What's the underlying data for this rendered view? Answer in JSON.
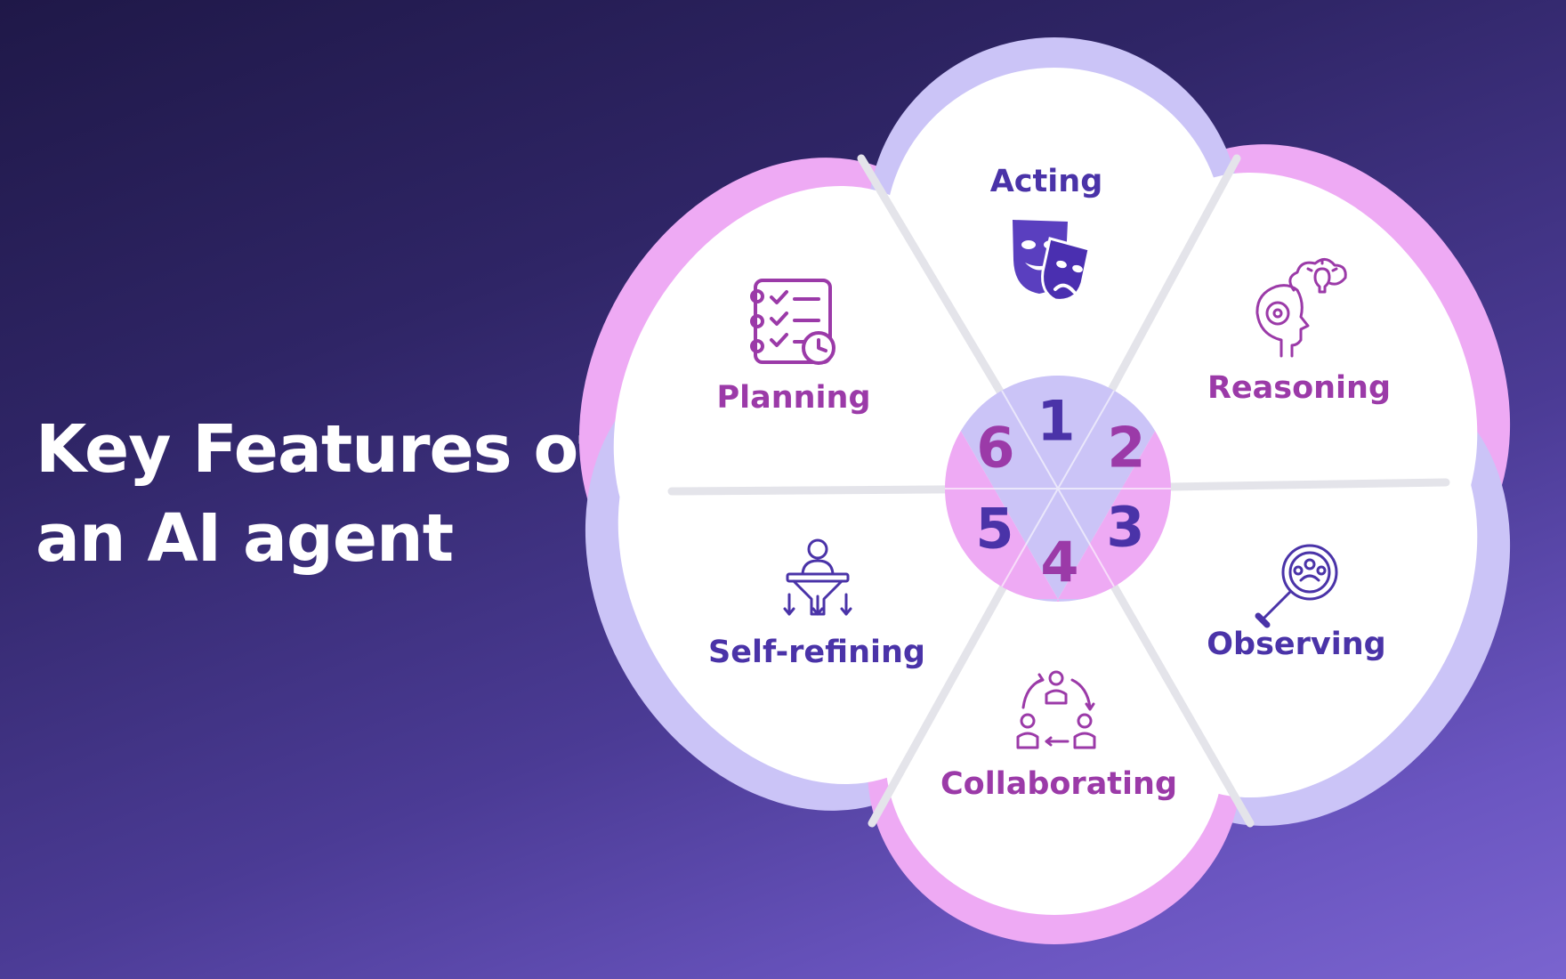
{
  "title": {
    "line1": "Key Features of",
    "line2": "an AI agent"
  },
  "colors": {
    "pink_rim": "#eeaaf4",
    "lavender_rim": "#cbc4f7",
    "pink_text": "#9b3aa8",
    "indigo_text": "#4a33a8",
    "white": "#ffffff"
  },
  "features": [
    {
      "number": "1",
      "label": "Acting",
      "icon": "theater-masks-icon"
    },
    {
      "number": "2",
      "label": "Reasoning",
      "icon": "head-gear-lightbulb-icon"
    },
    {
      "number": "3",
      "label": "Observing",
      "icon": "magnifier-people-icon"
    },
    {
      "number": "4",
      "label": "Collaborating",
      "icon": "team-cycle-icon"
    },
    {
      "number": "5",
      "label": "Self-refining",
      "icon": "person-funnel-icon"
    },
    {
      "number": "6",
      "label": "Planning",
      "icon": "checklist-clock-icon"
    }
  ]
}
